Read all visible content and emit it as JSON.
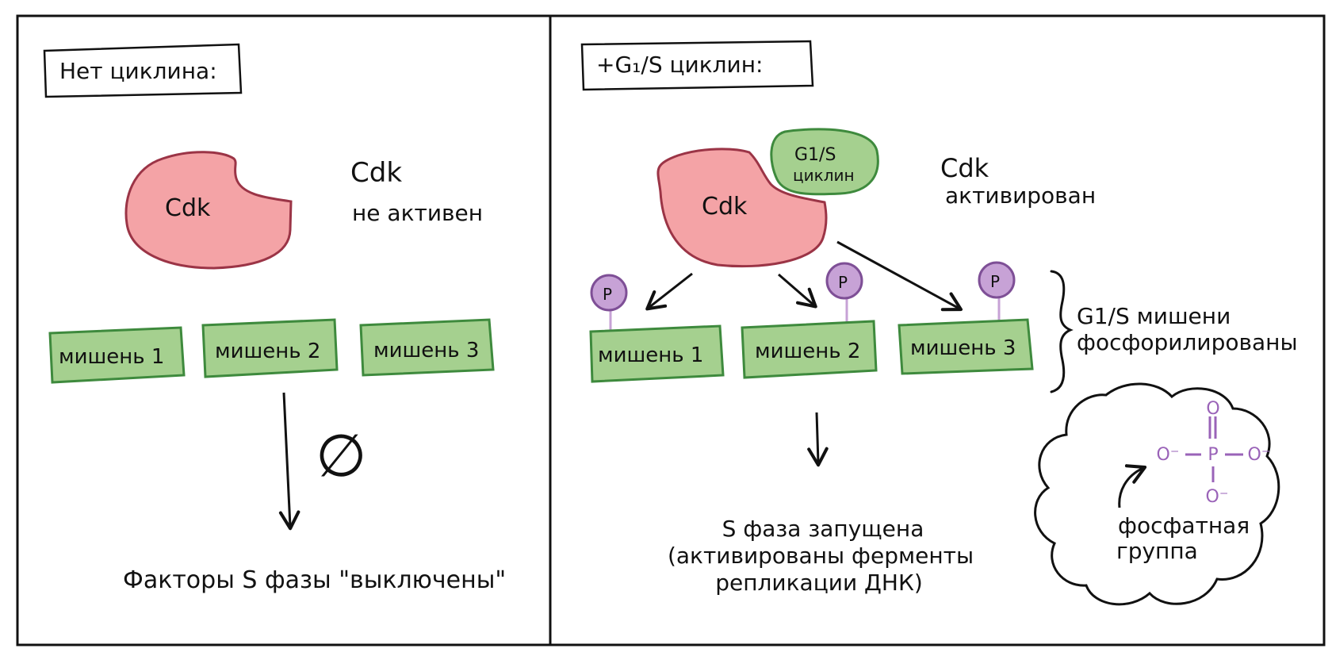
{
  "left_panel": {
    "title": "Нет циклина:",
    "enzyme_label": "Cdk",
    "status_line1": "Cdk",
    "status_line2": "не активен",
    "targets": [
      "мишень 1",
      "мишень 2",
      "мишень 3"
    ],
    "null_symbol": "∅",
    "result": "Факторы S фазы \"выключены\""
  },
  "right_panel": {
    "title": "+G₁/S циклин:",
    "cyclin_line1": "G1/S",
    "cyclin_line2": "циклин",
    "enzyme_label": "Cdk",
    "status_line1": "Cdk",
    "status_line2": "активирован",
    "targets": [
      "мишень 1",
      "мишень 2",
      "мишень 3"
    ],
    "phospho_label": "P",
    "brace_line1": "G1/S мишени",
    "brace_line2": "фосфорилированы",
    "result_line1": "S фаза запущена",
    "result_line2": "(активированы ферменты",
    "result_line3": "репликации ДНК)",
    "phosphate": {
      "atom_center": "P",
      "atom_top": "O",
      "atom_left": "O⁻",
      "atom_right": "O⁻",
      "atom_bottom": "O⁻",
      "label_line1": "фосфатная",
      "label_line2": "группа"
    }
  },
  "colors": {
    "cdk_fill": "#f4a3a6",
    "cdk_stroke": "#9b3446",
    "target_fill": "#a5d08f",
    "target_stroke": "#3e8a3d",
    "cyclin_fill": "#a5d08f",
    "phospho_fill": "#c7a2d6",
    "phospho_stroke": "#7e4f96",
    "phosphate_atoms": "#9a63b8"
  }
}
